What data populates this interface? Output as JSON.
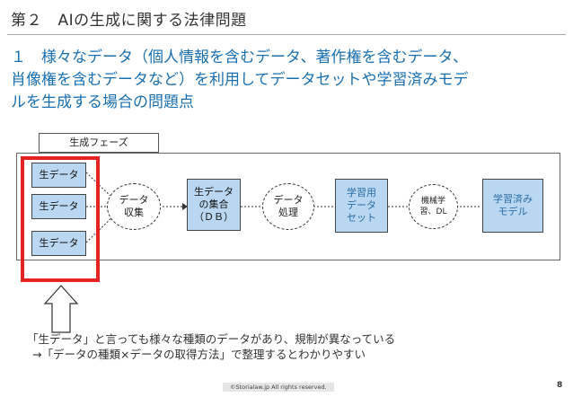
{
  "header": {
    "title": "第２　AIの生成に関する法律問題"
  },
  "heading": {
    "lines": [
      "１　様々なデータ（個人情報を含むデータ、著作権を含むデータ、",
      "肖像権を含むデータなど）を利用してデータセットや学習済みモデ",
      "ルを生成する場合の問題点"
    ]
  },
  "diagram": {
    "phase_label": "生成フェーズ",
    "raw_data": [
      "生データ",
      "生データ",
      "生データ"
    ],
    "collect": [
      "データ",
      "収集"
    ],
    "aggregate": [
      "生データ",
      "の集合",
      "（ＤＢ）"
    ],
    "process": [
      "データ",
      "処理"
    ],
    "dataset": [
      "学習用",
      "データ",
      "セット"
    ],
    "ml": [
      "機械学",
      "習、DL"
    ],
    "model": [
      "学習済み",
      "モデル"
    ]
  },
  "caption": {
    "line1": "「生データ」と言っても様々な種類のデータがあり、規制が異なっている",
    "line2": "→「データの種類×データの取得方法」で整理するとわかりやすい"
  },
  "footer": {
    "copyright": "©Storialaw.jp All rights reserved.",
    "page": "8"
  },
  "colors": {
    "accent_blue": "#1a6fb0",
    "box_fill": "#b9d7f0",
    "highlight_red": "#e52321"
  }
}
